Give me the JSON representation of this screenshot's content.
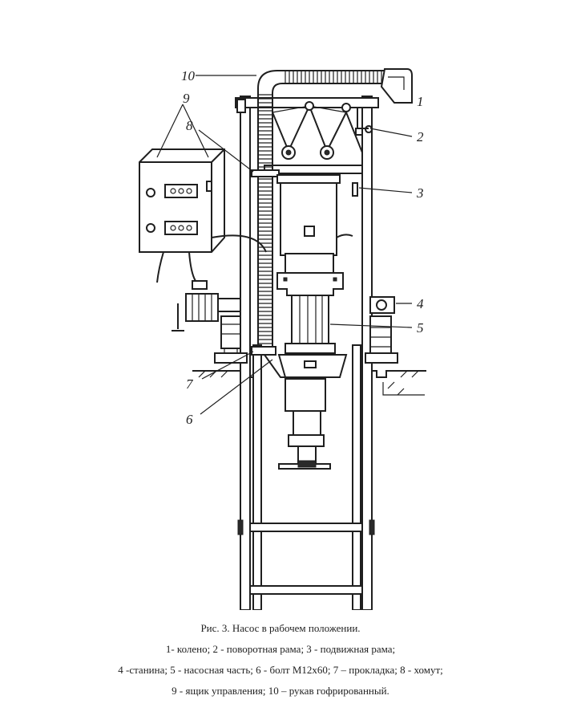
{
  "figure": {
    "callouts": [
      "10",
      "9",
      "8",
      "1",
      "2",
      "3",
      "4",
      "5",
      "7",
      "6"
    ]
  },
  "caption": {
    "title": "Рис. 3. Насос в рабочем положении.",
    "lines": [
      "1- колено;  2 - поворотная рама; 3 - подвижная рама;",
      "4 -станина; 5 - насосная часть; 6 - болт М12х60; 7 – прокладка; 8 - хомут;",
      "9 - ящик управления; 10 – рукав гофрированный."
    ]
  }
}
